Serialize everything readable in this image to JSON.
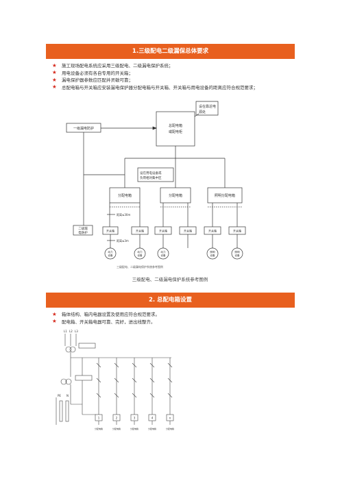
{
  "section1": {
    "title": "1.三级配电二级漏保总体要求",
    "bullets": [
      "施工现场配电系统应采用三级配电、二级漏电保护系统；",
      "用电设备必须有各自专用的开关箱；",
      "漏电保护器参数应匹配并灵敏可靠；",
      "总配电箱与开关箱应安装漏电保护器分配电箱与开关箱、开关箱与用电设备的距离应符合规范要求；"
    ]
  },
  "diagram1": {
    "primary_leak_protect": "一级漏电防护",
    "main_box_line1": "总配电箱",
    "main_box_line2": "或配电柜",
    "note_top_line1": "设在靠近电",
    "note_top_line2": "源处",
    "note_mid_line1": "设在用电设备或",
    "note_mid_line2": "负荷相对集中区",
    "dist_box_1": "分配电箱",
    "dist_box_2": "分配电箱",
    "dist_box_3": "照明分配电箱",
    "secondary_leak_line1": "二级漏",
    "secondary_leak_line2": "电防护",
    "switch_box": "开关箱",
    "dist_label_1": "距离≤30m",
    "dist_label_2": "距离≤3m",
    "device_line1": "动力",
    "device_line2": "设备",
    "lighting_line1": "照明",
    "lighting_line2": "设备",
    "inner_caption": "三级配电、二级漏电保护系统参考图例"
  },
  "caption1": "三级配电、二级漏电保护系统参考图例",
  "section2": {
    "title": "2. 总配电箱设置",
    "bullets": [
      "箱体结构、箱内电器设置及使用应符合规范要求。",
      "配电箱、开关箱电器可靠、完好，进出线整齐。"
    ]
  },
  "diagram2": {
    "phase_labels": [
      "L1",
      "L2",
      "L3"
    ],
    "pe_label": "PE",
    "n_label": "N",
    "circuit_labels": [
      "1",
      "2",
      "3",
      "4",
      "n"
    ],
    "circuit_caption": "分配电箱"
  }
}
